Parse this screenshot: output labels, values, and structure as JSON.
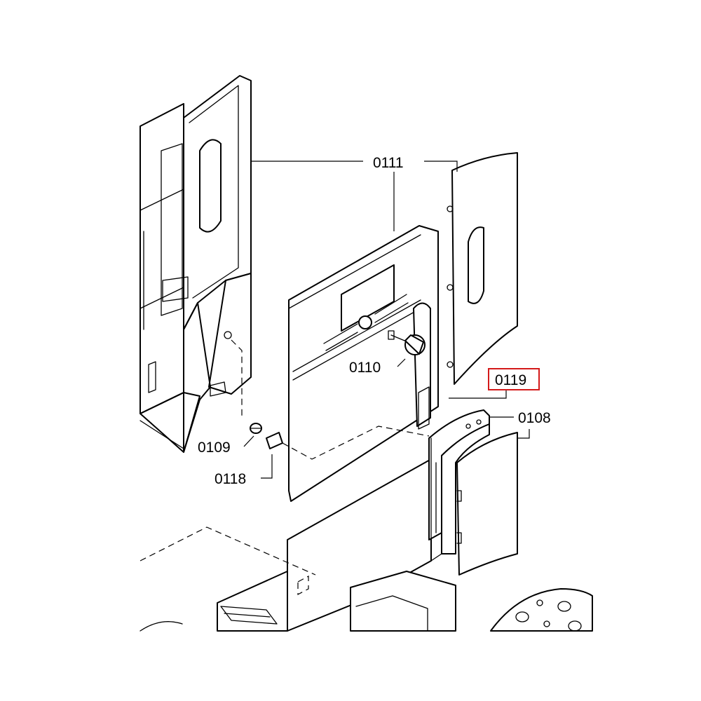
{
  "diagram": {
    "highlight_color": "#d41a1a",
    "labels": [
      {
        "id": "part-0111",
        "text": "0111"
      },
      {
        "id": "part-0110",
        "text": "0110"
      },
      {
        "id": "part-0119",
        "text": "0119"
      },
      {
        "id": "part-0108",
        "text": "0108"
      },
      {
        "id": "part-0109",
        "text": "0109"
      },
      {
        "id": "part-0118",
        "text": "0118"
      }
    ]
  }
}
